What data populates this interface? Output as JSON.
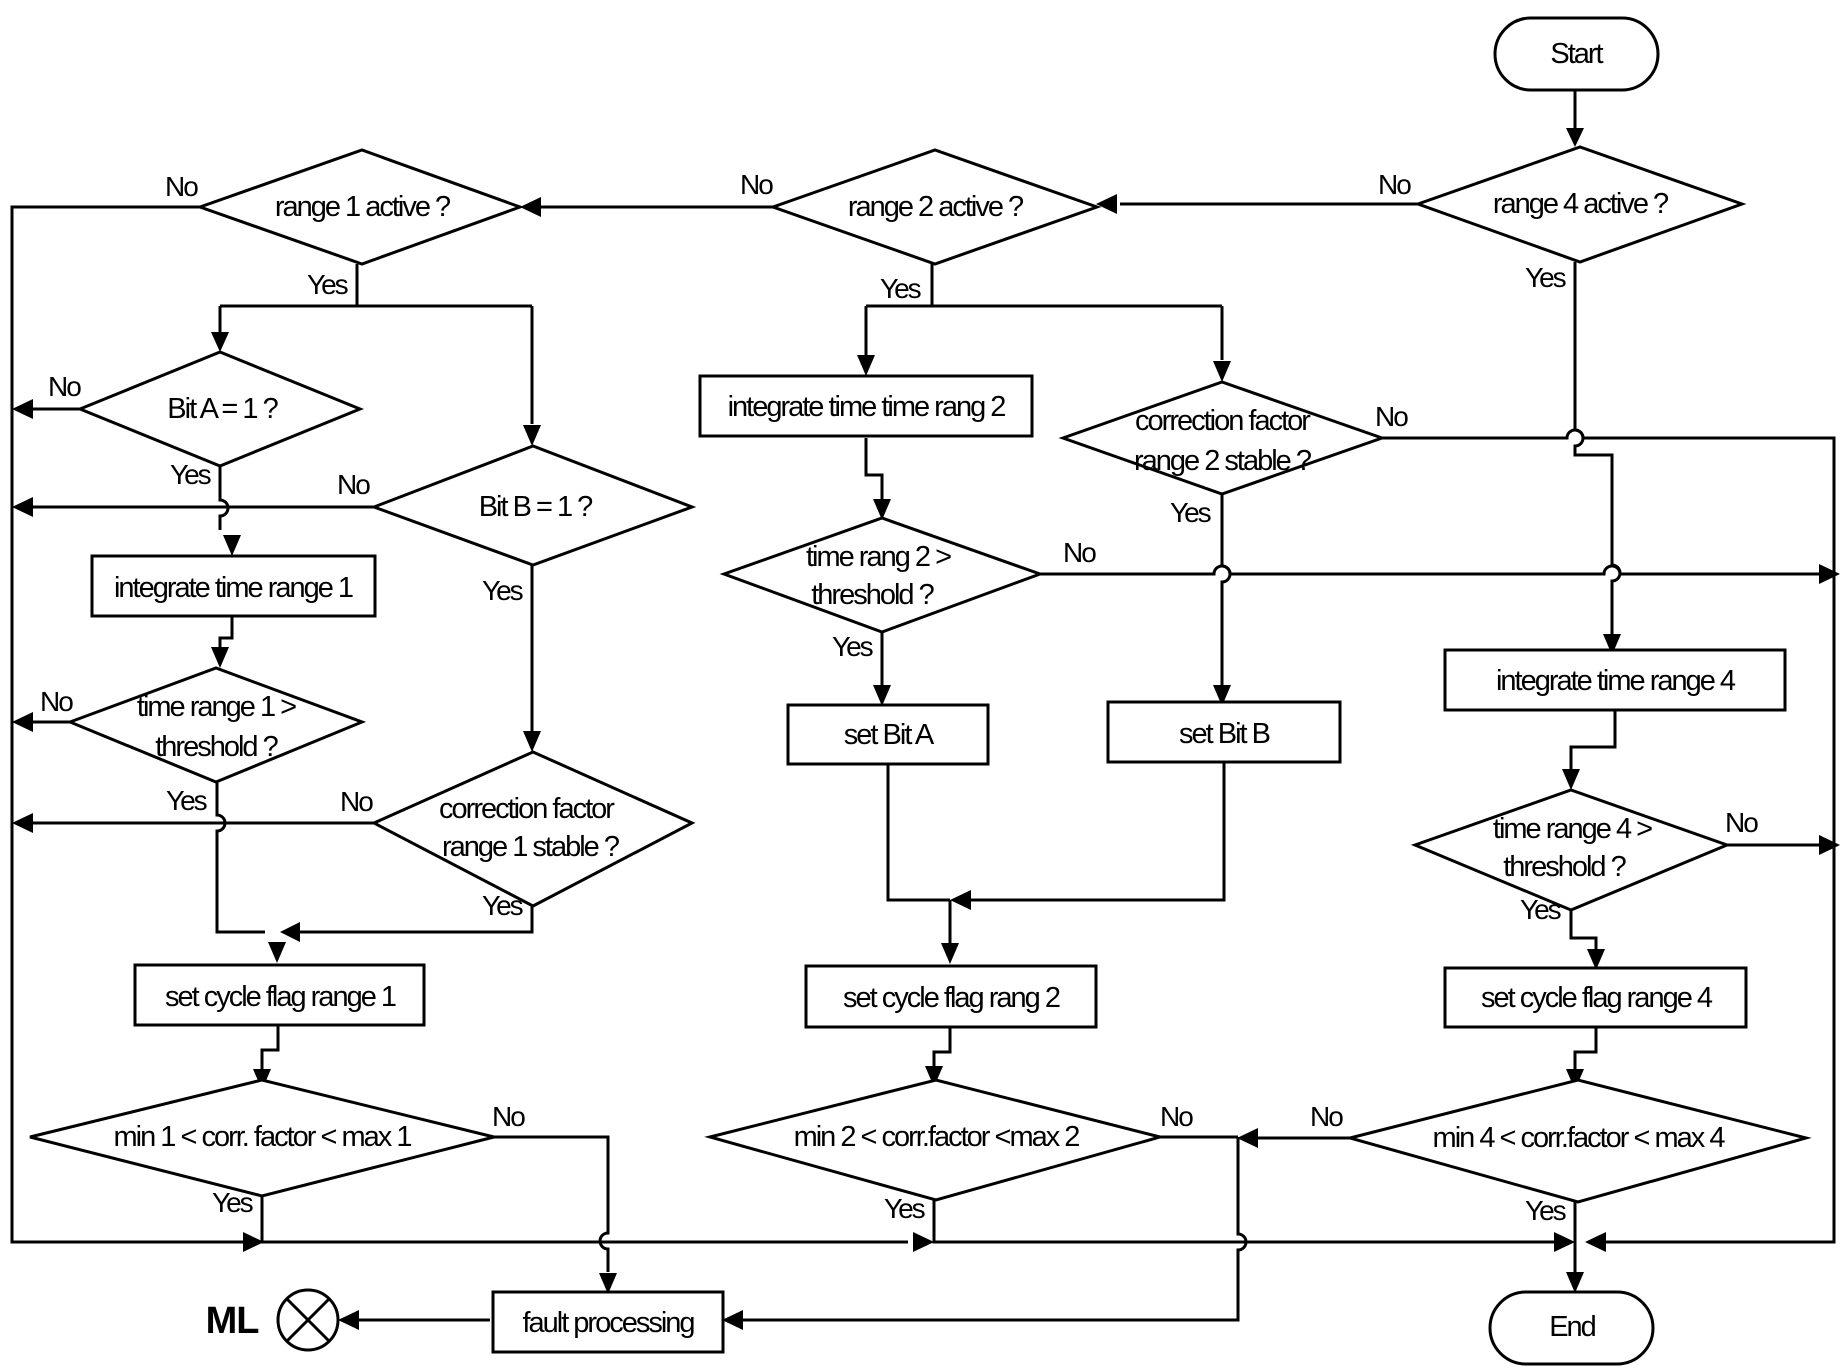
{
  "nodes": {
    "start": "Start",
    "end": "End",
    "r4_active": "range 4 active ?",
    "r2_active": "range 2 active ?",
    "r1_active": "range 1 active ?",
    "bit_a_check": "Bit A = 1 ?",
    "bit_b_check": "Bit B =  1 ?",
    "integrate_r1": "integrate time range 1",
    "time_r1_line1": "time range 1 >",
    "time_r1_line2": "threshold ?",
    "corr_r1_line1": "correction factor",
    "corr_r1_line2": "range 1 stable ?",
    "cycle_flag_r1": "set cycle flag  range 1",
    "minmax_r1": "min 1 < corr. factor < max 1",
    "integrate_r2": "integrate time time rang 2",
    "corr_r2_line1": "correction factor",
    "corr_r2_line2": "range 2 stable ?",
    "time_r2_line1": "time rang 2 >",
    "time_r2_line2": "threshold ?",
    "set_bit_a": "set Bit A",
    "set_bit_b": "set Bit B",
    "cycle_flag_r2": "set cycle flag rang 2",
    "minmax_r2": "min 2 < corr.factor <max 2",
    "integrate_r4": "integrate time range 4",
    "time_r4_line1": "time range 4 >",
    "time_r4_line2": "threshold ?",
    "cycle_flag_r4": "set cycle flag range 4",
    "minmax_r4": "min 4 < corr.factor < max 4",
    "fault": "fault processing",
    "ml": "ML"
  },
  "labels": {
    "yes": "Yes",
    "no": "No"
  }
}
